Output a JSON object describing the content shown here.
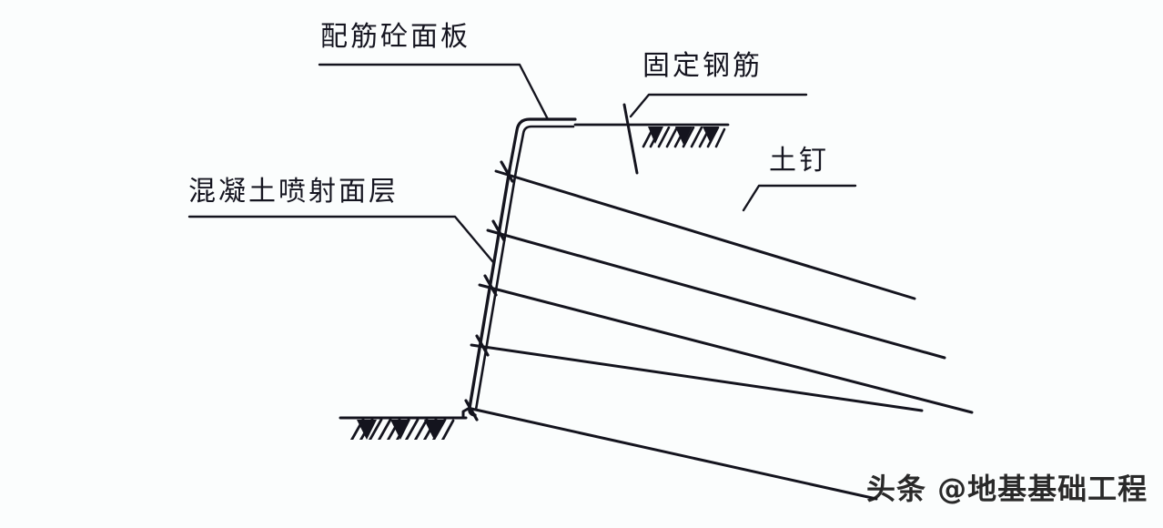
{
  "diagram": {
    "type": "engineering-section-drawing",
    "subject": "soil-nail-wall-section",
    "background_color": "#fbfdfd",
    "line_color": "#14141e",
    "labels": [
      {
        "id": "panel",
        "text": "配筋砼面板",
        "meaning": "reinforced concrete facing panel",
        "leader": "horizontal then diagonal down-right to top cap"
      },
      {
        "id": "rebar",
        "text": "固定钢筋",
        "meaning": "fixing steel bar",
        "leader": "horizontal then diagonal down-left to the inclined bar at ground line"
      },
      {
        "id": "nail",
        "text": "土钉",
        "meaning": "soil nail",
        "leader": "horizontal then diagonal down-left to uppermost soil nail"
      },
      {
        "id": "shotcrete",
        "text": "混凝土喷射面层",
        "meaning": "sprayed concrete surface layer",
        "leader": "horizontal then diagonal down-right to wall face"
      }
    ],
    "elements": {
      "wall_face": {
        "name": "shotcrete-wall-face",
        "description": "double-line inclined wall face from top cap down to base"
      },
      "top_cap": {
        "name": "reinforced-panel-cap",
        "description": "rounded L-shaped bent bar cap at top of wall"
      },
      "ground_line_top": {
        "name": "upper-ground-line",
        "description": "horizontal ground surface line to the right of the wall top with hatched section"
      },
      "ground_line_bottom": {
        "name": "lower-ground-line",
        "description": "horizontal excavation floor line to the left of the wall base with hatched section"
      },
      "fixing_bar": {
        "name": "fixing-rebar",
        "description": "short steep bar crossing the upper ground line"
      }
    },
    "soil_nails": {
      "count": 5,
      "description": "five inclined soil nails penetrating from the wall face down-right into the soil, each with a short perpendicular bearing tick at the wall"
    }
  },
  "watermark": {
    "text": "头条 @地基基础工程"
  }
}
